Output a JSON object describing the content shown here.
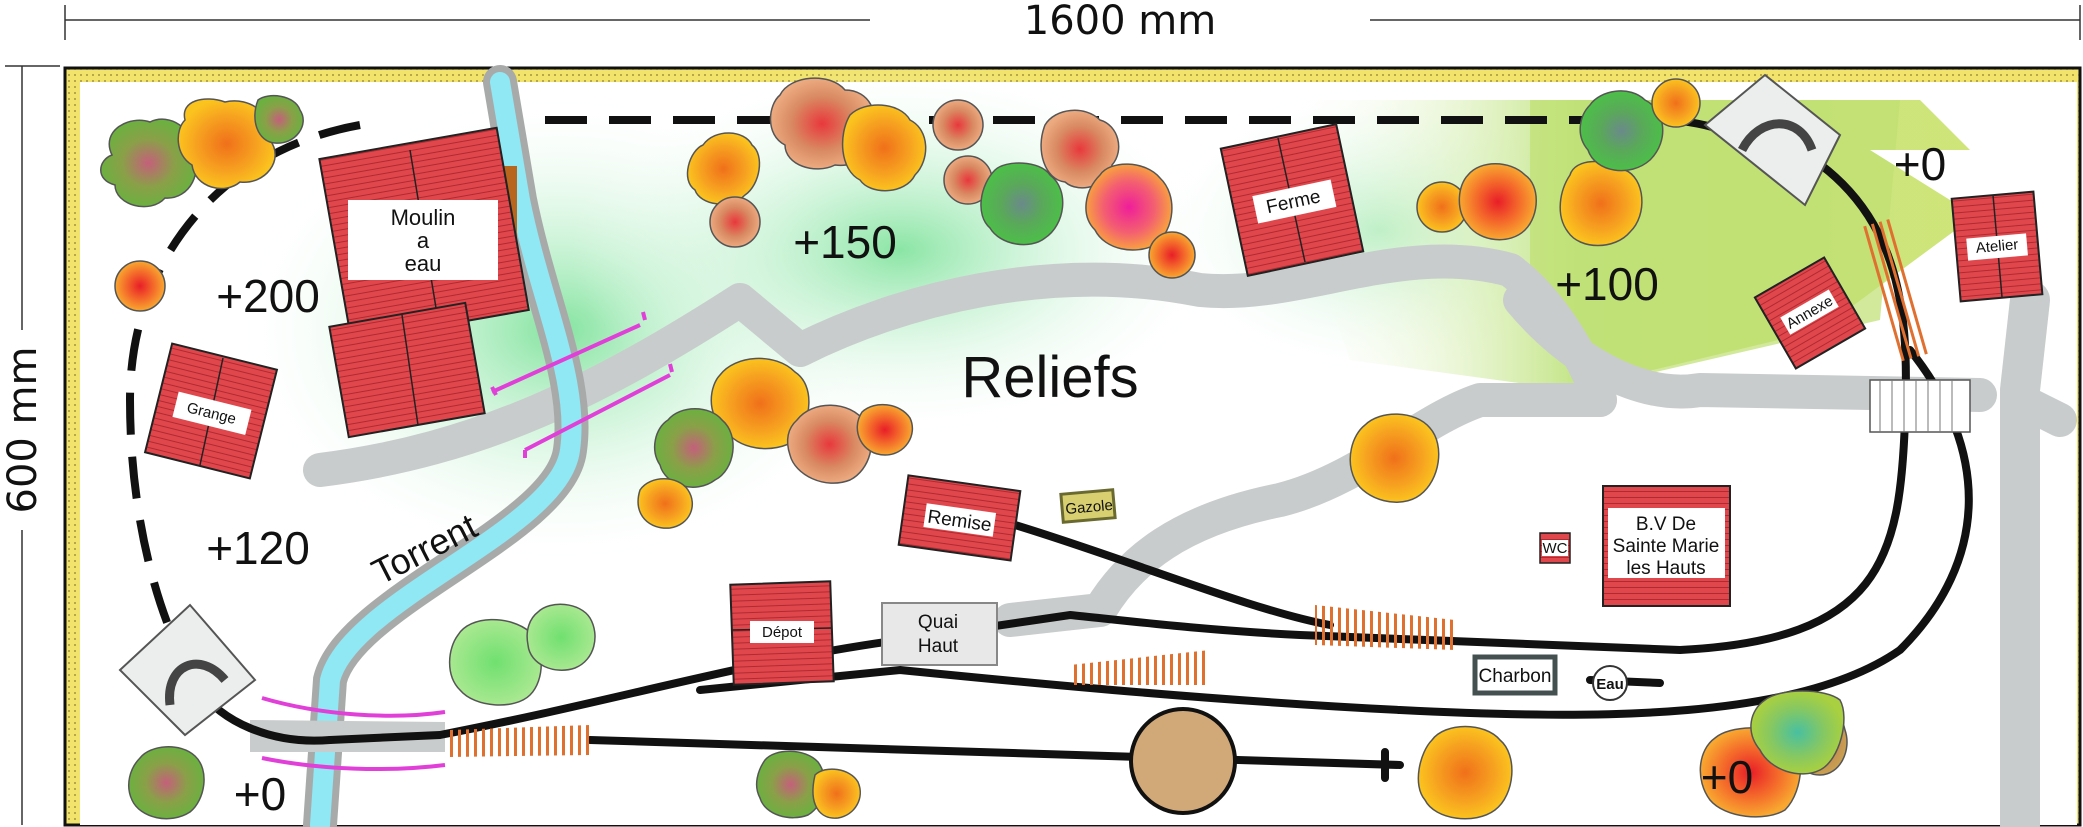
{
  "dimensions": {
    "width": "1600 mm",
    "height": "600 mm"
  },
  "title": "Reliefs",
  "elevations": {
    "e200": "+200",
    "e150": "+150",
    "e100": "+100",
    "e120": "+120",
    "e0_left": "+0",
    "e0_right_top": "+0",
    "e0_right_bottom": "+0"
  },
  "torrent": "Torrent",
  "buildings": {
    "moulin": [
      "Moulin",
      "a",
      "eau"
    ],
    "grange": "Grange",
    "ferme": "Ferme",
    "annexe": "Annexe",
    "atelier": "Atelier",
    "remise": "Remise",
    "gazole": "Gazole",
    "depot": "Dépot",
    "quai": [
      "Quai",
      "Haut"
    ],
    "wc": "WC",
    "bv": [
      "B.V De",
      "Sainte Marie",
      "les Hauts"
    ],
    "charbon": "Charbon",
    "eau": "Eau"
  },
  "colors": {
    "building": "#e0474c",
    "track": "#111111",
    "road": "#c8cccc",
    "water": "#8fe8f4",
    "bridge": "#e040d8",
    "tie": "#e07030",
    "frame": "#f1e36b",
    "turntable": "#d1a878"
  }
}
